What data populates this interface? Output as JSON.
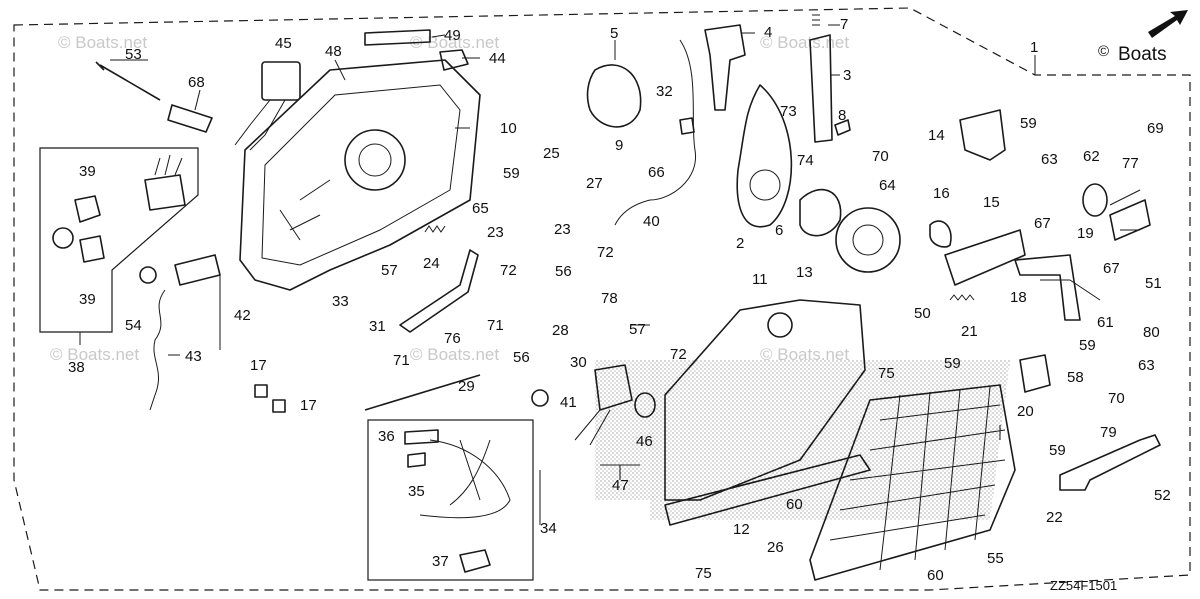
{
  "logo_text": "Boats",
  "diagram_code": "ZZ54F1501",
  "watermark": "© Boats.net",
  "labels": {
    "p1": "1",
    "p2": "2",
    "p3": "3",
    "p4": "4",
    "p5": "5",
    "p6": "6",
    "p7": "7",
    "p8": "8",
    "p9": "9",
    "p10": "10",
    "p11": "11",
    "p12": "12",
    "p13": "13",
    "p14": "14",
    "p15": "15",
    "p16": "16",
    "p17a": "17",
    "p17b": "17",
    "p18": "18",
    "p19": "19",
    "p20": "20",
    "p21": "21",
    "p22": "22",
    "p23a": "23",
    "p23b": "23",
    "p24": "24",
    "p25": "25",
    "p26": "26",
    "p27": "27",
    "p28": "28",
    "p29": "29",
    "p30": "30",
    "p31": "31",
    "p32": "32",
    "p33": "33",
    "p34": "34",
    "p35": "35",
    "p36": "36",
    "p37": "37",
    "p38": "38",
    "p39a": "39",
    "p39b": "39",
    "p40": "40",
    "p41": "41",
    "p42": "42",
    "p43": "43",
    "p44": "44",
    "p45": "45",
    "p46": "46",
    "p47": "47",
    "p48": "48",
    "p49": "49",
    "p50": "50",
    "p51": "51",
    "p52": "52",
    "p53": "53",
    "p54": "54",
    "p55": "55",
    "p56a": "56",
    "p56b": "56",
    "p57a": "57",
    "p57b": "57",
    "p58": "58",
    "p59a": "59",
    "p59b": "59",
    "p59c": "59",
    "p59d": "59",
    "p59e": "59",
    "p60a": "60",
    "p60b": "60",
    "p61": "61",
    "p62": "62",
    "p63a": "63",
    "p63b": "63",
    "p64": "64",
    "p65": "65",
    "p66": "66",
    "p67a": "67",
    "p67b": "67",
    "p68": "68",
    "p69": "69",
    "p70a": "70",
    "p70b": "70",
    "p71a": "71",
    "p71b": "71",
    "p72a": "72",
    "p72b": "72",
    "p72c": "72",
    "p73": "73",
    "p74": "74",
    "p75a": "75",
    "p75b": "75",
    "p76": "76",
    "p77": "77",
    "p78": "78",
    "p79": "79",
    "p80": "80"
  }
}
